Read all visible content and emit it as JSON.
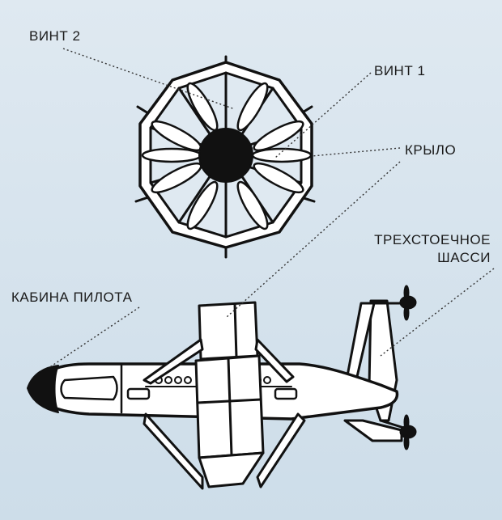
{
  "labels": {
    "propeller_2": "ВИНТ 2",
    "propeller_1": "ВИНТ 1",
    "wing": "КРЫЛО",
    "landing_gear_line1": "ТРЕХСТОЕЧНОЕ",
    "landing_gear_line2": "ШАССИ",
    "cockpit": "КАБИНА ПИЛОТА"
  },
  "colors": {
    "background_top": "#dfe9f1",
    "background_bottom": "#cddde9",
    "outline": "#111111",
    "fill": "#ffffff",
    "leader_line": "#333333"
  },
  "views": [
    "front-view",
    "side-view"
  ]
}
